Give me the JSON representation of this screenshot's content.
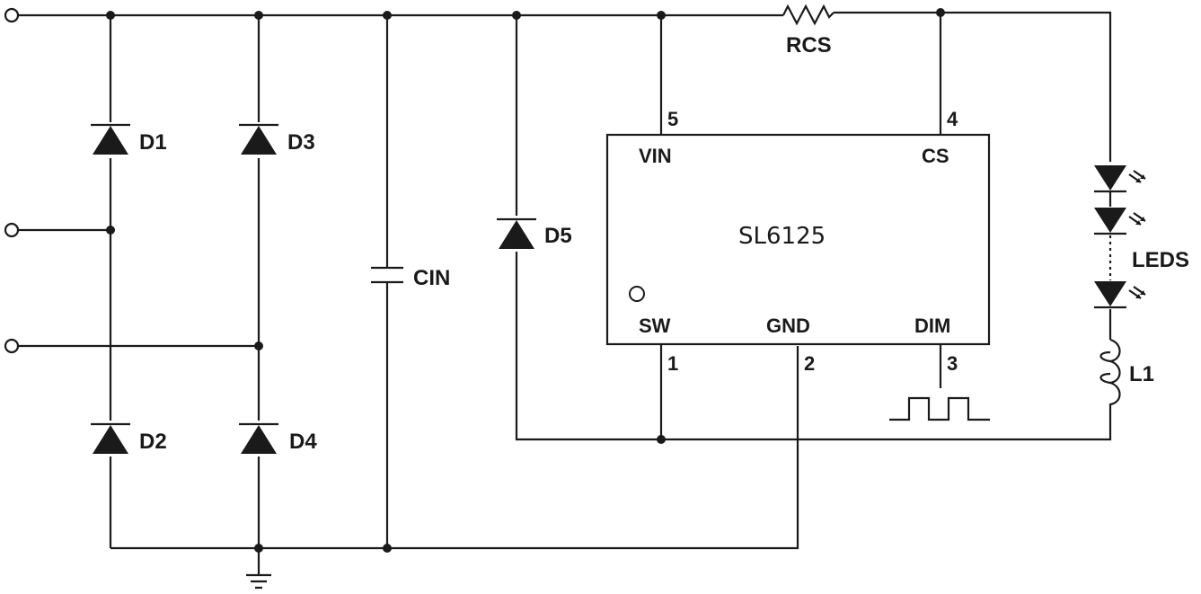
{
  "components": {
    "rcs": "RCS",
    "d1": "D1",
    "d2": "D2",
    "d3": "D3",
    "d4": "D4",
    "d5": "D5",
    "cin": "CIN",
    "leds": "LEDS",
    "l1": "L1"
  },
  "ic": {
    "name": "SL6125",
    "pins": {
      "vin": "VIN",
      "cs": "CS",
      "sw": "SW",
      "gnd": "GND",
      "dim": "DIM"
    },
    "pin_numbers": {
      "sw": "1",
      "gnd": "2",
      "dim": "3",
      "cs": "4",
      "vin": "5"
    }
  },
  "colors": {
    "ink": "#1a1a1a",
    "background": "#ffffff"
  }
}
